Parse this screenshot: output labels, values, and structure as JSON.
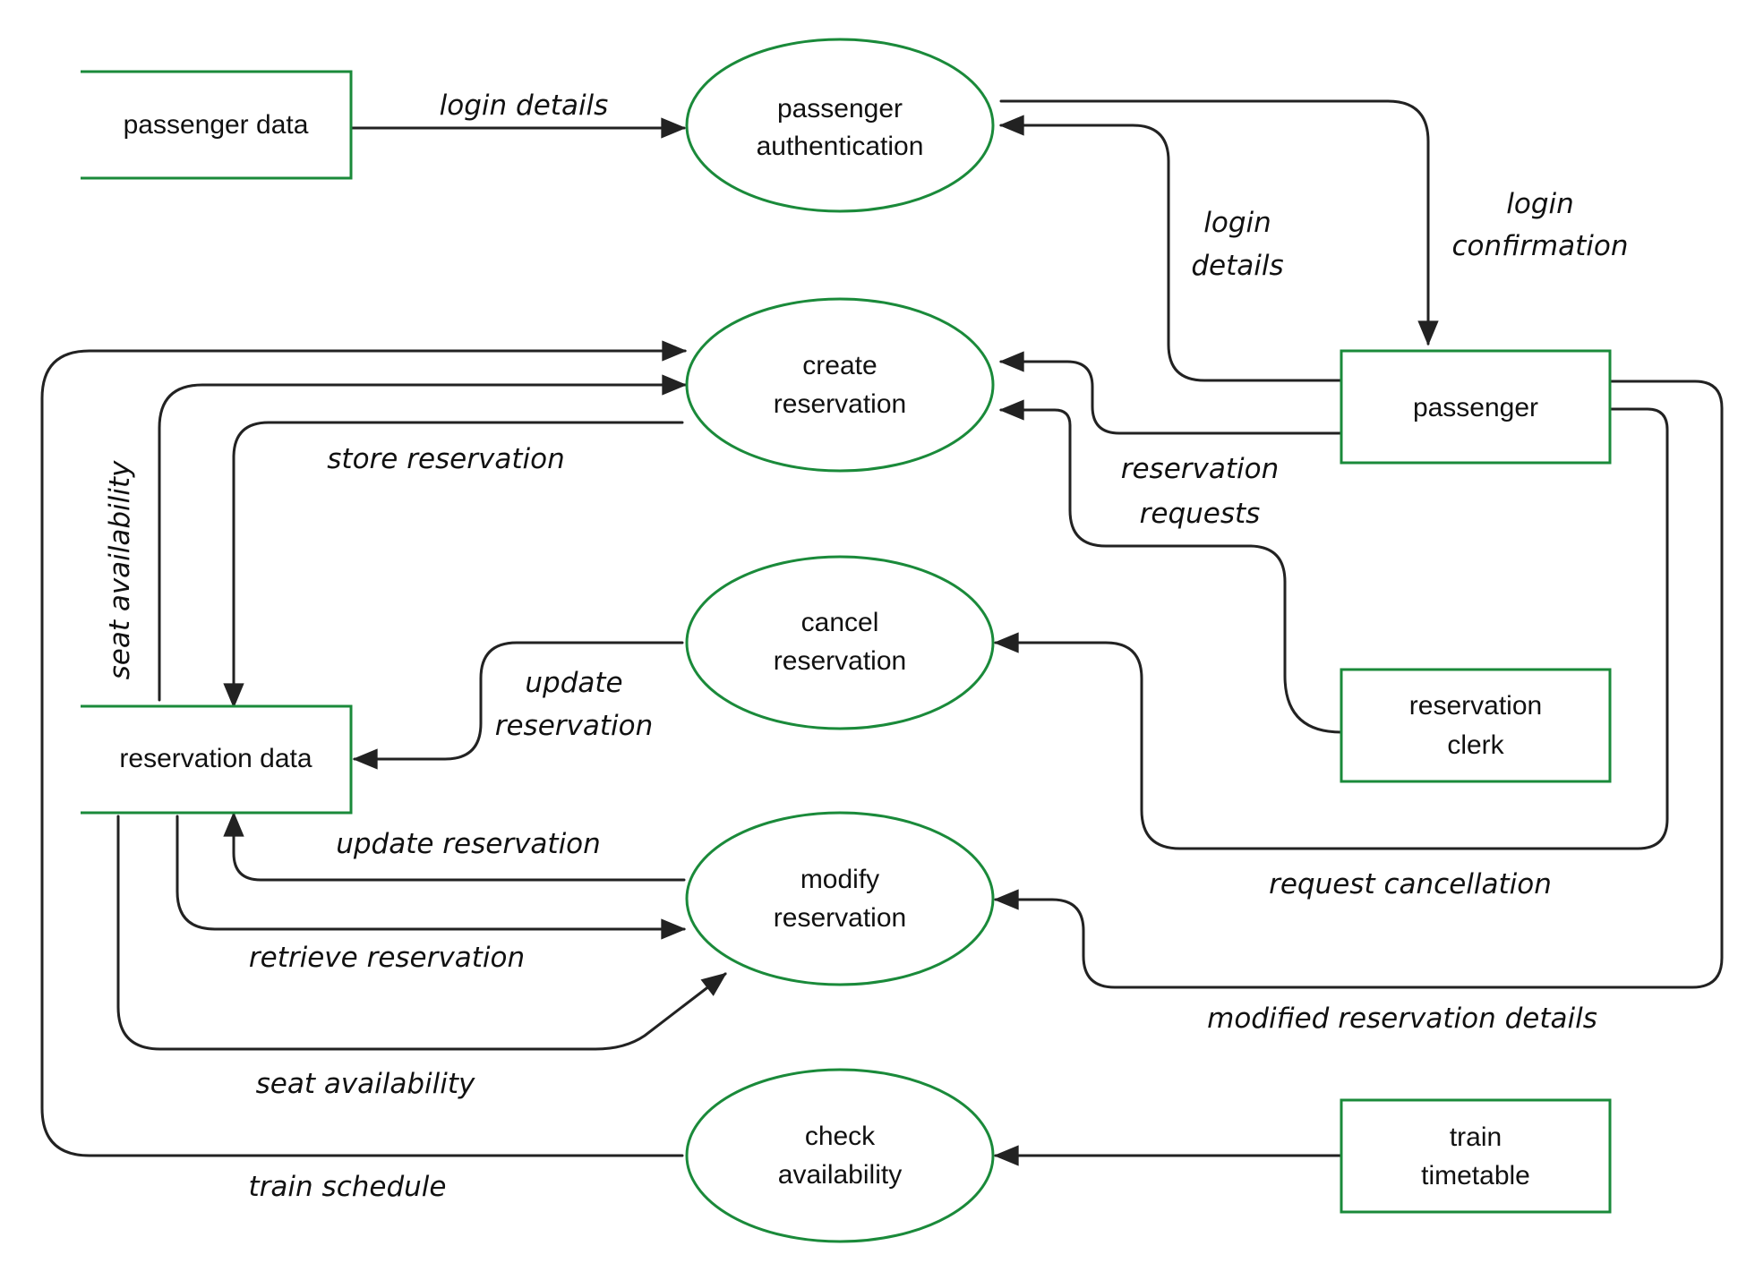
{
  "colors": {
    "node_border": "#1a8a3a",
    "flow_line": "#222222",
    "text": "#111111"
  },
  "data_stores": [
    {
      "id": "passenger_data",
      "label": [
        "passenger data"
      ]
    },
    {
      "id": "reservation_data",
      "label": [
        "reservation data"
      ]
    }
  ],
  "processes": [
    {
      "id": "passenger_authentication",
      "label": [
        "passenger",
        "authentication"
      ]
    },
    {
      "id": "create_reservation",
      "label": [
        "create",
        "reservation"
      ]
    },
    {
      "id": "cancel_reservation",
      "label": [
        "cancel",
        "reservation"
      ]
    },
    {
      "id": "modify_reservation",
      "label": [
        "modify",
        "reservation"
      ]
    },
    {
      "id": "check_availability",
      "label": [
        "check",
        "availability"
      ]
    }
  ],
  "entities": [
    {
      "id": "passenger",
      "label": [
        "passenger"
      ]
    },
    {
      "id": "reservation_clerk",
      "label": [
        "reservation",
        "clerk"
      ]
    },
    {
      "id": "train_timetable",
      "label": [
        "train",
        "timetable"
      ]
    }
  ],
  "flows": [
    {
      "id": "f1",
      "from": "passenger_data",
      "to": "passenger_authentication",
      "label": [
        "login details"
      ]
    },
    {
      "id": "f2",
      "from": "passenger",
      "to": "passenger_authentication",
      "label": [
        "login",
        "details"
      ]
    },
    {
      "id": "f3",
      "from": "passenger_authentication",
      "to": "passenger",
      "label": [
        "login",
        "confirmation"
      ]
    },
    {
      "id": "f4",
      "from": "passenger",
      "to": "create_reservation",
      "label": [
        "reservation",
        "requests"
      ]
    },
    {
      "id": "f5",
      "from": "reservation_clerk",
      "to": "create_reservation",
      "label": []
    },
    {
      "id": "f6",
      "from": "create_reservation",
      "to": "reservation_data",
      "label": [
        "store reservation"
      ]
    },
    {
      "id": "f7",
      "from": "reservation_data",
      "to": "create_reservation",
      "label": [
        "seat availability"
      ]
    },
    {
      "id": "f8",
      "from": "check_availability",
      "to": "create_reservation",
      "label": [
        "train schedule"
      ]
    },
    {
      "id": "f9",
      "from": "cancel_reservation",
      "to": "reservation_data",
      "label": [
        "update",
        "reservation"
      ]
    },
    {
      "id": "f10",
      "from": "passenger",
      "to": "cancel_reservation",
      "label": [
        "request cancellation"
      ]
    },
    {
      "id": "f11",
      "from": "modify_reservation",
      "to": "reservation_data",
      "label": [
        "update reservation"
      ]
    },
    {
      "id": "f12",
      "from": "reservation_data",
      "to": "modify_reservation",
      "label": [
        "retrieve reservation"
      ]
    },
    {
      "id": "f13",
      "from": "reservation_data",
      "to": "modify_reservation",
      "label": [
        "seat availability"
      ]
    },
    {
      "id": "f14",
      "from": "passenger",
      "to": "modify_reservation",
      "label": [
        "modified reservation details"
      ]
    },
    {
      "id": "f15",
      "from": "train_timetable",
      "to": "check_availability",
      "label": []
    }
  ]
}
